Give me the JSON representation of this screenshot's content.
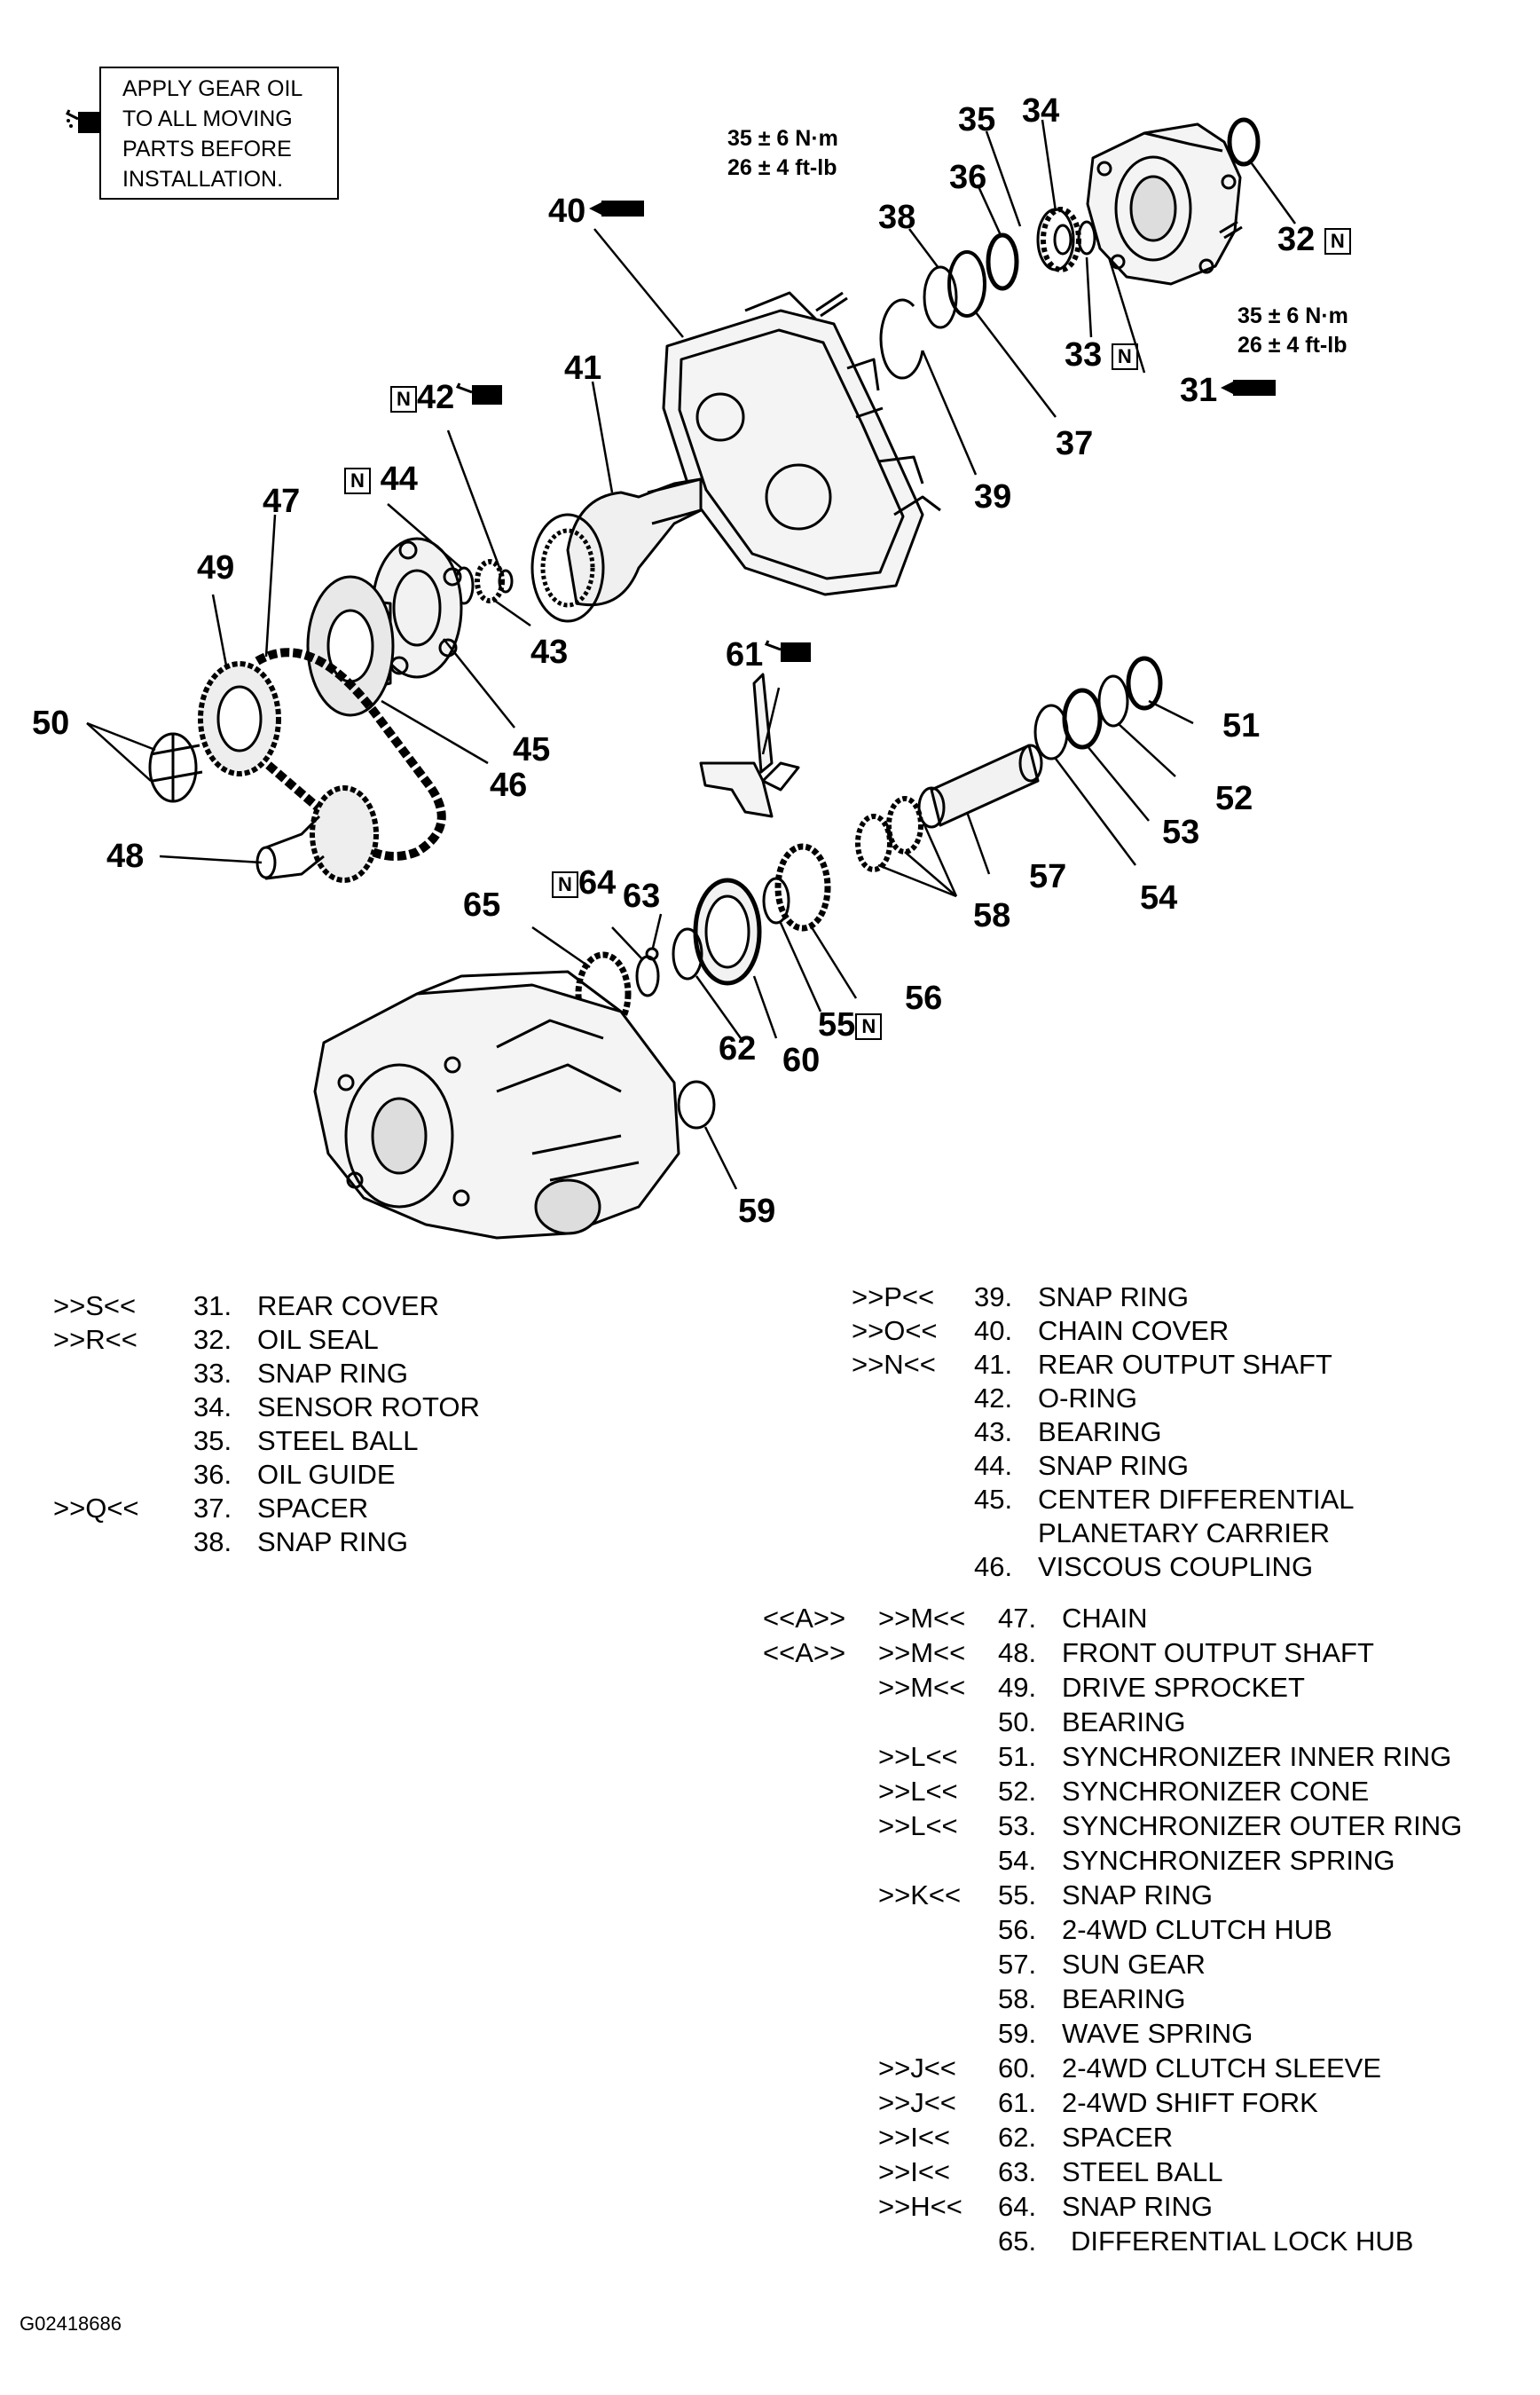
{
  "note": {
    "lines": [
      "APPLY GEAR OIL",
      "TO ALL MOVING",
      "PARTS BEFORE",
      "INSTALLATION."
    ],
    "icon": "oil-can-icon"
  },
  "torque_specs": [
    {
      "metric": "35 ± 6 N·m",
      "imperial": "26 ± 4 ft-lb"
    },
    {
      "metric": "35 ± 6 N·m",
      "imperial": "26 ± 4 ft-lb"
    }
  ],
  "callouts": {
    "c31": "31",
    "c32": "32",
    "c33": "33",
    "c34": "34",
    "c35": "35",
    "c36": "36",
    "c37": "37",
    "c38": "38",
    "c39": "39",
    "c40": "40",
    "c41": "41",
    "c42": "42",
    "c43": "43",
    "c44": "44",
    "c45": "45",
    "c46": "46",
    "c47": "47",
    "c48": "48",
    "c49": "49",
    "c50": "50",
    "c51": "51",
    "c52": "52",
    "c53": "53",
    "c54": "54",
    "c55": "55",
    "c56": "56",
    "c57": "57",
    "c58": "58",
    "c59": "59",
    "c60": "60",
    "c61": "61",
    "c62": "62",
    "c63": "63",
    "c64": "64",
    "c65": "65",
    "n_mark": "N"
  },
  "legend_left": [
    {
      "step": ">>S<<",
      "num": "31.",
      "name": "REAR COVER"
    },
    {
      "step": ">>R<<",
      "num": "32.",
      "name": "OIL SEAL"
    },
    {
      "step": "",
      "num": "33.",
      "name": "SNAP RING"
    },
    {
      "step": "",
      "num": "34.",
      "name": "SENSOR ROTOR"
    },
    {
      "step": "",
      "num": "35.",
      "name": "STEEL BALL"
    },
    {
      "step": "",
      "num": "36.",
      "name": "OIL GUIDE"
    },
    {
      "step": ">>Q<<",
      "num": "37.",
      "name": "SPACER"
    },
    {
      "step": "",
      "num": "38.",
      "name": "SNAP RING"
    }
  ],
  "legend_right_a": [
    {
      "step": ">>P<<",
      "num": "39.",
      "name": "SNAP RING"
    },
    {
      "step": ">>O<<",
      "num": "40.",
      "name": "CHAIN COVER"
    },
    {
      "step": ">>N<<",
      "num": "41.",
      "name": "REAR OUTPUT SHAFT"
    },
    {
      "step": "",
      "num": "42.",
      "name": "O-RING"
    },
    {
      "step": "",
      "num": "43.",
      "name": "BEARING"
    },
    {
      "step": "",
      "num": "44.",
      "name": "SNAP RING"
    },
    {
      "step": "",
      "num": "45.",
      "name": "CENTER DIFFERENTIAL"
    },
    {
      "step": "",
      "num": "",
      "name": "PLANETARY CARRIER"
    },
    {
      "step": "",
      "num": "46.",
      "name": "VISCOUS COUPLING"
    }
  ],
  "legend_right_b": [
    {
      "pre": "<<A>>",
      "step": ">>M<<",
      "num": "47.",
      "name": "CHAIN"
    },
    {
      "pre": "<<A>>",
      "step": ">>M<<",
      "num": "48.",
      "name": "FRONT OUTPUT SHAFT"
    },
    {
      "pre": "",
      "step": ">>M<<",
      "num": "49.",
      "name": "DRIVE SPROCKET"
    },
    {
      "pre": "",
      "step": "",
      "num": "50.",
      "name": "BEARING"
    },
    {
      "pre": "",
      "step": ">>L<<",
      "num": "51.",
      "name": "SYNCHRONIZER INNER RING"
    },
    {
      "pre": "",
      "step": ">>L<<",
      "num": "52.",
      "name": "SYNCHRONIZER CONE"
    },
    {
      "pre": "",
      "step": ">>L<<",
      "num": "53.",
      "name": "SYNCHRONIZER OUTER RING"
    },
    {
      "pre": "",
      "step": "",
      "num": "54.",
      "name": "SYNCHRONIZER SPRING"
    },
    {
      "pre": "",
      "step": ">>K<<",
      "num": "55.",
      "name": "SNAP RING"
    },
    {
      "pre": "",
      "step": "",
      "num": "56.",
      "name": "2-4WD CLUTCH HUB"
    },
    {
      "pre": "",
      "step": "",
      "num": "57.",
      "name": "SUN GEAR"
    },
    {
      "pre": "",
      "step": "",
      "num": "58.",
      "name": "BEARING"
    },
    {
      "pre": "",
      "step": "",
      "num": "59.",
      "name": "WAVE SPRING"
    },
    {
      "pre": "",
      "step": ">>J<<",
      "num": "60.",
      "name": "2-4WD CLUTCH SLEEVE"
    },
    {
      "pre": "",
      "step": ">>J<<",
      "num": "61.",
      "name": "2-4WD SHIFT FORK"
    },
    {
      "pre": "",
      "step": ">>I<<",
      "num": "62.",
      "name": "SPACER"
    },
    {
      "pre": "",
      "step": ">>I<<",
      "num": "63.",
      "name": "STEEL BALL"
    },
    {
      "pre": "",
      "step": ">>H<<",
      "num": "64.",
      "name": "SNAP RING"
    },
    {
      "pre": "",
      "step": "",
      "num": "65.",
      "name": "DIFFERENTIAL LOCK HUB"
    }
  ],
  "figure_id": "G02418686"
}
